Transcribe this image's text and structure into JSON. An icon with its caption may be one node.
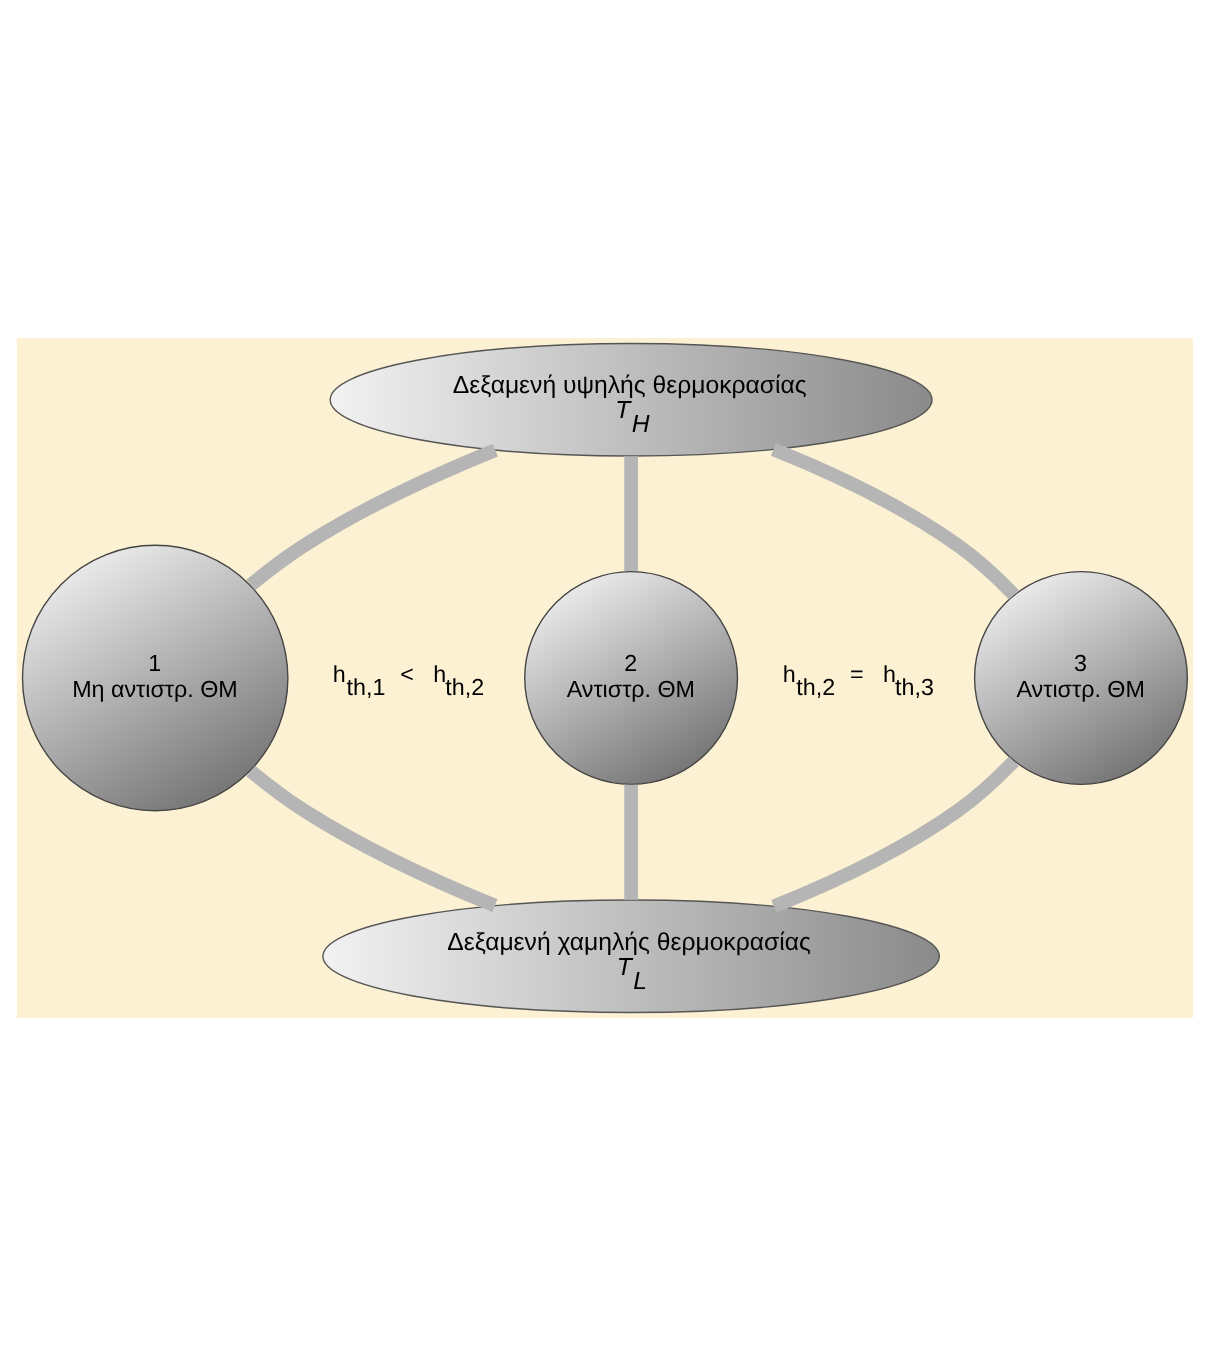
{
  "diagram": {
    "nodes": [
      {
        "text": [
          "Δεξαμενή υψηλής θερμοκρασίας",
          "T$_{H}$"
        ]
      },
      {
        "text": [
          "1",
          "Μη αντιστρ. ΘΜ"
        ]
      },
      {
        "text": [
          "2",
          "Αντιστρ. ΘΜ"
        ]
      },
      {
        "text": [
          "3",
          "Αντιστρ. ΘΜ"
        ]
      },
      {
        "text": [
          "Δεξαμενή χαμηλής θερμοκρασίας",
          "T$_{L}$"
        ]
      }
    ],
    "edges": [
      {
        "from": 0,
        "to": 1,
        "arrow": "none"
      },
      {
        "from": 0,
        "to": 2,
        "arrow": "none"
      },
      {
        "from": 0,
        "to": 3,
        "arrow": "none"
      },
      {
        "from": 1,
        "to": 4,
        "arrow": "none"
      },
      {
        "from": 2,
        "to": 4,
        "arrow": "none"
      },
      {
        "from": 3,
        "to": 4,
        "arrow": "none"
      }
    ],
    "labels": [
      "h$_{th,1}$ < h$_{th,2}$",
      "h$_{th,2}$ = h$_{th,3}$"
    ]
  }
}
